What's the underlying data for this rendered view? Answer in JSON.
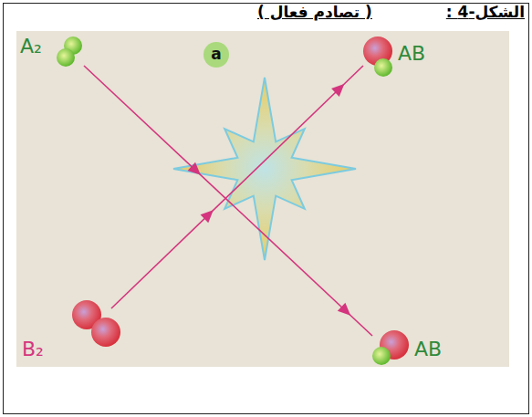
{
  "diagram": {
    "title": "الشكل-4 :",
    "labels": [
      "( تصادم فعال )",
      "a",
      "A₂",
      "AB",
      "B₂",
      "AB"
    ]
  }
}
